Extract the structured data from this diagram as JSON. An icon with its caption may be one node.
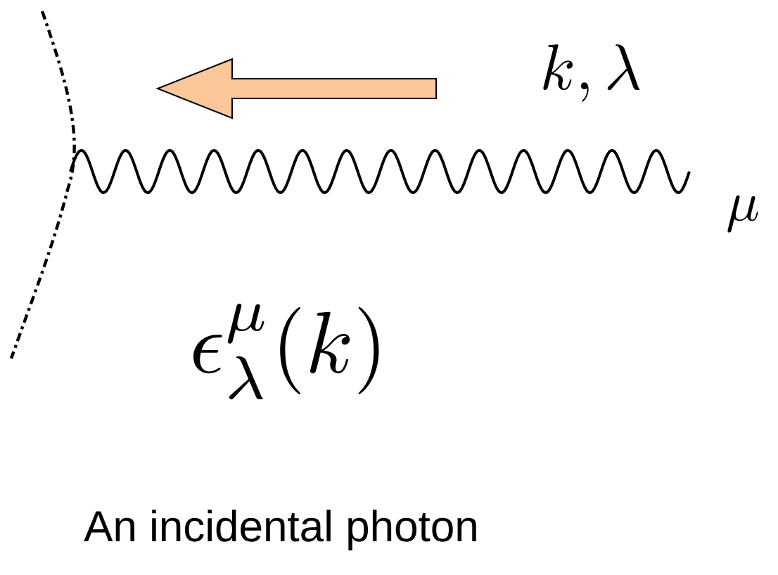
{
  "diagram": {
    "caption": "An incidental photon",
    "labels": [
      "k,\\lambda",
      "\\mu",
      "\\epsilon^{\\mu}_{\\lambda}(k)"
    ]
  }
}
